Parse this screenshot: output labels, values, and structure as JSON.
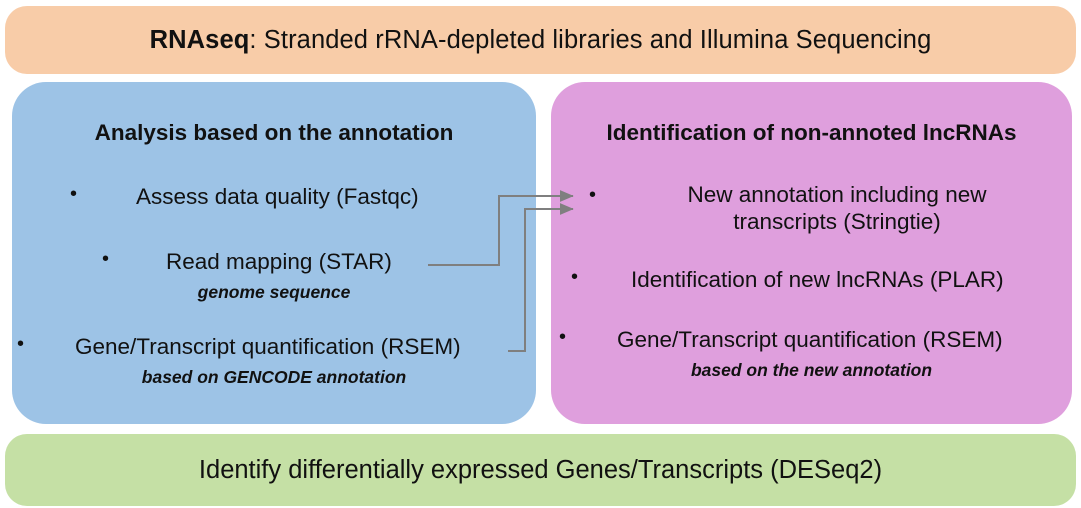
{
  "header": {
    "title_strong": "RNAseq",
    "title_rest": ": Stranded rRNA-depleted  libraries and Illumina Sequencing",
    "color": "#F8CCA8"
  },
  "left_panel": {
    "title": "Analysis based on the annotation",
    "color": "#9DC3E6",
    "items": [
      {
        "bullet": "•",
        "text": "Assess data quality (Fastqc)",
        "subtext": ""
      },
      {
        "bullet": "•",
        "text": "Read mapping (STAR)",
        "subtext": "genome sequence"
      },
      {
        "bullet": "•",
        "text": "Gene/Transcript quantification (RSEM)",
        "subtext": "based on GENCODE annotation"
      }
    ]
  },
  "right_panel": {
    "title": "Identification of non-annoted lncRNAs",
    "color": "#DF9FDD",
    "items": [
      {
        "bullet": "•",
        "text": "New annotation including new transcripts (Stringtie)",
        "subtext": ""
      },
      {
        "bullet": "•",
        "text": "Identification of new lncRNAs (PLAR)",
        "subtext": ""
      },
      {
        "bullet": "•",
        "text": "Gene/Transcript quantification (RSEM)",
        "subtext": "based on the new annotation"
      }
    ]
  },
  "footer": {
    "title": "Identify differentially expressed  Genes/Transcripts  (DESeq2)",
    "color": "#C5E0A5"
  },
  "connectors": {
    "color": "#7F7F7F",
    "arrows": [
      {
        "from": "Read mapping (STAR)",
        "to": "New annotation including new transcripts (Stringtie)"
      },
      {
        "from": "Gene/Transcript quantification (RSEM)",
        "to": "New annotation including new transcripts (Stringtie)"
      }
    ]
  }
}
